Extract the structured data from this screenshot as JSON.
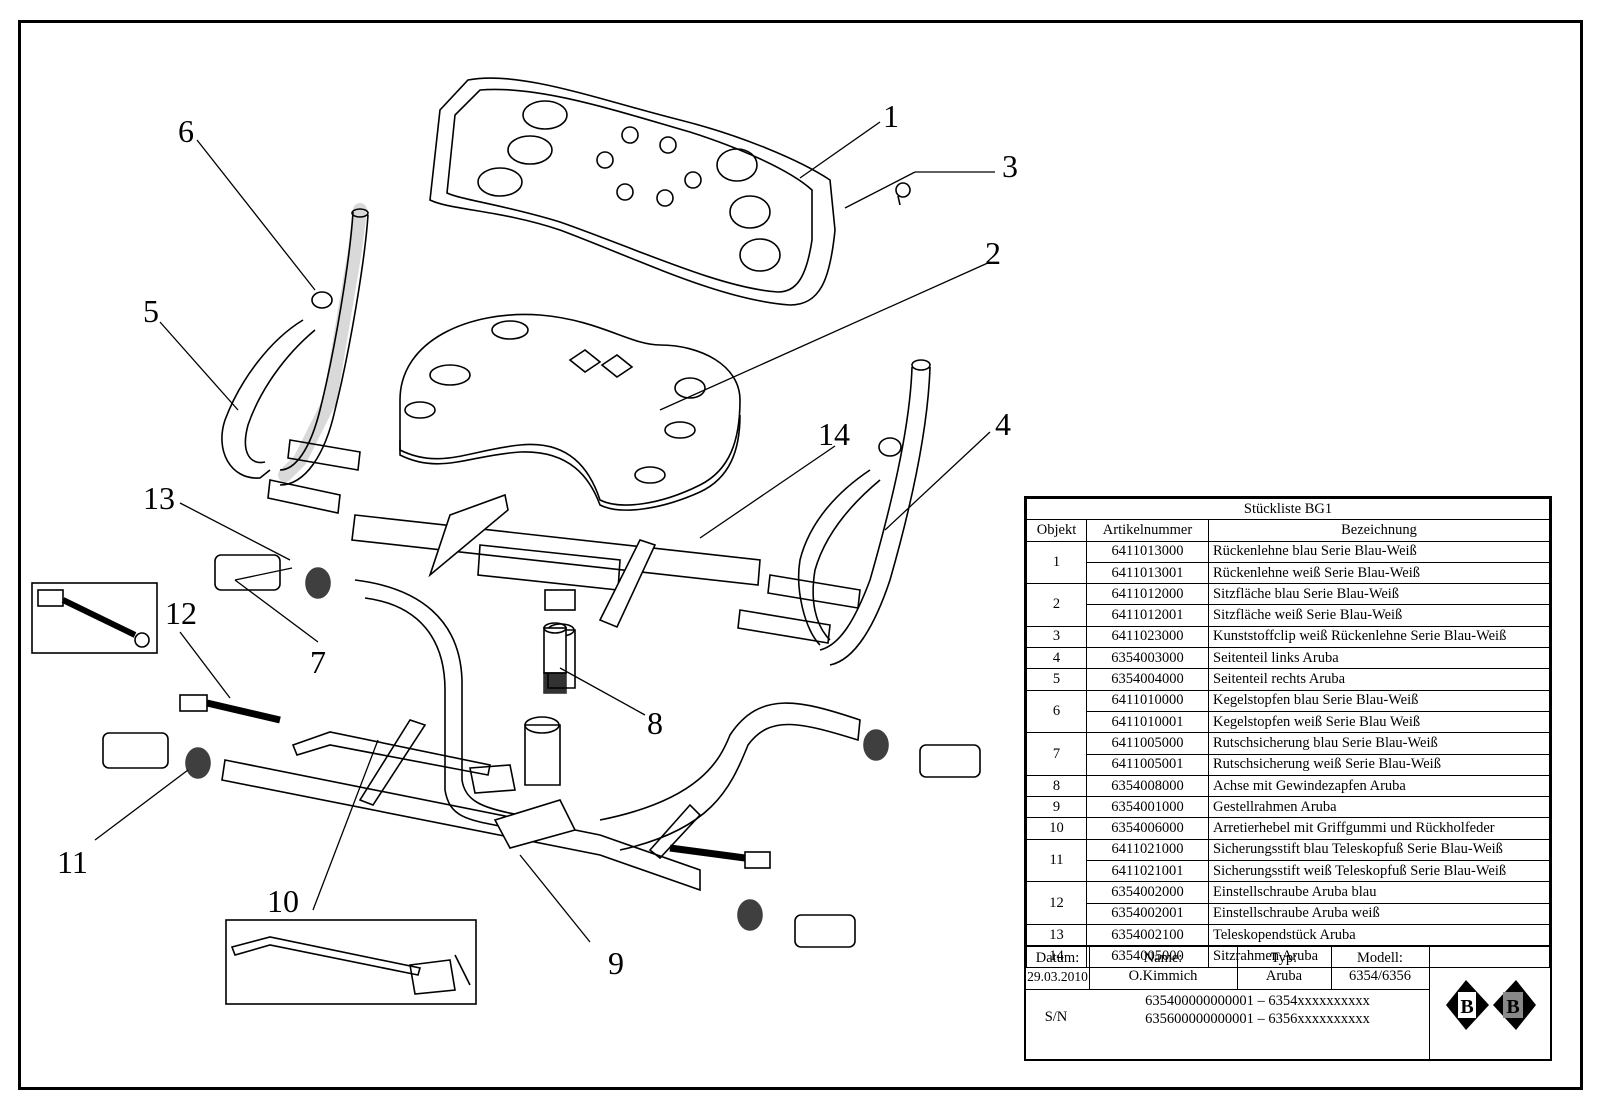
{
  "callouts": {
    "c1": "1",
    "c2": "2",
    "c3": "3",
    "c4": "4",
    "c5": "5",
    "c6": "6",
    "c7": "7",
    "c8": "8",
    "c9": "9",
    "c10": "10",
    "c11": "11",
    "c12": "12",
    "c13": "13",
    "c14": "14"
  },
  "bom": {
    "title": "Stückliste BG1",
    "headers": {
      "objekt": "Objekt",
      "artikel": "Artikelnummer",
      "bez": "Bezeichnung"
    },
    "rows": [
      {
        "obj": "1",
        "items": [
          {
            "nr": "6411013000",
            "bez": "Rückenlehne blau Serie Blau-Weiß"
          },
          {
            "nr": "6411013001",
            "bez": "Rückenlehne weiß Serie Blau-Weiß"
          }
        ]
      },
      {
        "obj": "2",
        "items": [
          {
            "nr": "6411012000",
            "bez": "Sitzfläche blau Serie Blau-Weiß"
          },
          {
            "nr": "6411012001",
            "bez": "Sitzfläche weiß Serie Blau-Weiß"
          }
        ]
      },
      {
        "obj": "3",
        "items": [
          {
            "nr": "6411023000",
            "bez": "Kunststoffclip weiß Rückenlehne Serie Blau-Weiß"
          }
        ]
      },
      {
        "obj": "4",
        "items": [
          {
            "nr": "6354003000",
            "bez": "Seitenteil links Aruba"
          }
        ]
      },
      {
        "obj": "5",
        "items": [
          {
            "nr": "6354004000",
            "bez": "Seitenteil rechts Aruba"
          }
        ]
      },
      {
        "obj": "6",
        "items": [
          {
            "nr": "6411010000",
            "bez": "Kegelstopfen blau Serie Blau-Weiß"
          },
          {
            "nr": "6411010001",
            "bez": "Kegelstopfen weiß Serie Blau Weiß"
          }
        ]
      },
      {
        "obj": "7",
        "items": [
          {
            "nr": "6411005000",
            "bez": "Rutschsicherung blau Serie Blau-Weiß"
          },
          {
            "nr": "6411005001",
            "bez": "Rutschsicherung weiß Serie Blau-Weiß"
          }
        ]
      },
      {
        "obj": "8",
        "items": [
          {
            "nr": "6354008000",
            "bez": "Achse mit Gewindezapfen Aruba"
          }
        ]
      },
      {
        "obj": "9",
        "items": [
          {
            "nr": "6354001000",
            "bez": "Gestellrahmen Aruba"
          }
        ]
      },
      {
        "obj": "10",
        "items": [
          {
            "nr": "6354006000",
            "bez": "Arretierhebel mit Griffgummi und Rückholfeder"
          }
        ]
      },
      {
        "obj": "11",
        "items": [
          {
            "nr": "6411021000",
            "bez": "Sicherungsstift blau Teleskopfuß Serie Blau-Weiß"
          },
          {
            "nr": "6411021001",
            "bez": "Sicherungsstift weiß Teleskopfuß Serie Blau-Weiß"
          }
        ]
      },
      {
        "obj": "12",
        "items": [
          {
            "nr": "6354002000",
            "bez": "Einstellschraube Aruba blau"
          },
          {
            "nr": "6354002001",
            "bez": "Einstellschraube Aruba weiß"
          }
        ]
      },
      {
        "obj": "13",
        "items": [
          {
            "nr": "6354002100",
            "bez": "Teleskopendstück Aruba"
          }
        ]
      },
      {
        "obj": "14",
        "items": [
          {
            "nr": "6354005000",
            "bez": "Sitzrahmen Aruba"
          }
        ]
      }
    ],
    "footer": {
      "datum_label": "Datum:",
      "datum": "29.03.2010",
      "name_label": "Name:",
      "name": "O.Kimmich",
      "typ_label": "Typ:",
      "typ": "Aruba",
      "modell_label": "Modell:",
      "modell": "6354/6356",
      "sn_label": "S/N",
      "sn1": "635400000000001 – 6354xxxxxxxxxx",
      "sn2": "635600000000001 – 6356xxxxxxxxxx",
      "logo_letters": [
        "B",
        "B"
      ]
    }
  }
}
